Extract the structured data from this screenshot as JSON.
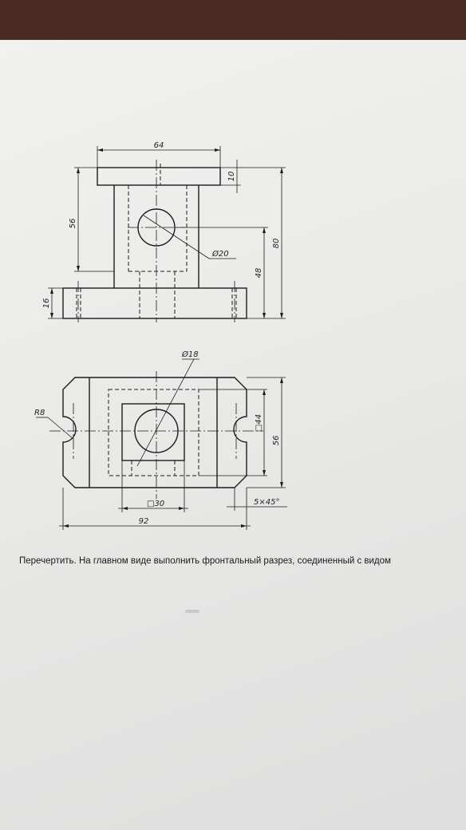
{
  "drawing": {
    "front_view": {
      "dim_top_width": "64",
      "dim_flange": "10",
      "dim_height_56": "56",
      "dim_overall_height": "80",
      "dim_hole_height": "48",
      "dim_hole_diameter": "Ø20",
      "dim_base": "16"
    },
    "top_view": {
      "dim_hole_diameter": "Ø18",
      "dim_radius": "R8",
      "dim_inner_square": "□44",
      "dim_depth": "56",
      "dim_square": "□30",
      "dim_chamfer": "5×45°",
      "dim_overall_width": "92"
    }
  },
  "caption": "Перечертить. На главном виде выполнить фронтальный разрез, соединенный с видом"
}
